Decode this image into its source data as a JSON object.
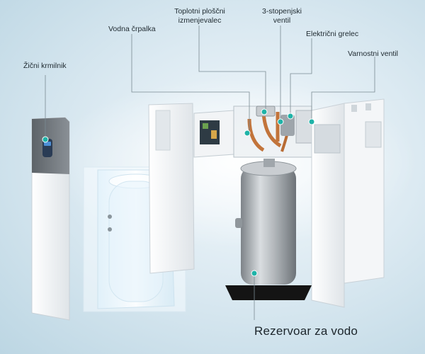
{
  "labels": {
    "wired_controller": "Žični krmilnik",
    "water_pump": "Vodna črpalka",
    "plate_heat_exchanger_line1": "Toplotni ploščni",
    "plate_heat_exchanger_line2": "izmenjevalec",
    "three_way_valve_line1": "3-stopenjski",
    "three_way_valve_line2": "ventil",
    "electric_heater": "Električni grelec",
    "safety_valve": "Varnostni ventil",
    "water_tank": "Rezervoar za vodo"
  },
  "colors": {
    "marker": "#1fb3a8",
    "leader_line": "#7a8a92",
    "tank_metal": "#a8adb2",
    "panel": "#eef1f3"
  }
}
